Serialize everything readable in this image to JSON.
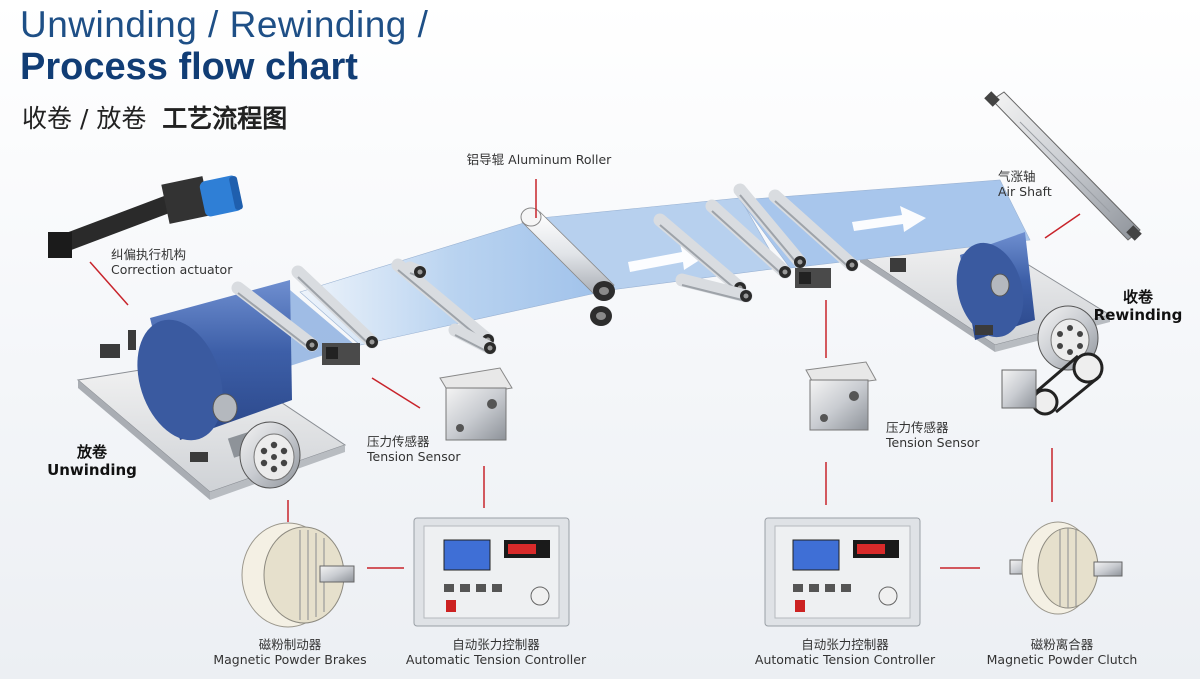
{
  "header": {
    "title_line1": "Unwinding / Rewinding /",
    "title_line2": "Process flow chart",
    "title_cn_part1": "收卷 / 放卷",
    "title_cn_part2": "工艺流程图"
  },
  "labels": {
    "aluminum_roller_cn": "铝导辊",
    "aluminum_roller_en": "Aluminum Roller",
    "air_shaft_cn": "气涨轴",
    "air_shaft_en": "Air Shaft",
    "correction_actuator_cn": "纠偏执行机构",
    "correction_actuator_en": "Correction actuator",
    "rewinding_cn": "收卷",
    "rewinding_en": "Rewinding",
    "unwinding_cn": "放卷",
    "unwinding_en": "Unwinding",
    "tension_sensor_left_cn": "压力传感器",
    "tension_sensor_left_en": "Tension Sensor",
    "tension_sensor_right_cn": "压力传感器",
    "tension_sensor_right_en": "Tension Sensor",
    "brake_cn": "磁粉制动器",
    "brake_en": "Magnetic Powder Brakes",
    "controller_left_cn": "自动张力控制器",
    "controller_left_en": "Automatic Tension Controller",
    "controller_right_cn": "自动张力控制器",
    "controller_right_en": "Automatic Tension Controller",
    "clutch_cn": "磁粉离合器",
    "clutch_en": "Magnetic Powder Clutch"
  },
  "colors": {
    "title_blue": "#1e4f86",
    "connector_red": "#c8242b",
    "film_blue": "#9fc1ea",
    "roll_blue": "#3d5fa8"
  },
  "icons": [
    "flow-arrow-icon",
    "roller-icon",
    "air-shaft-icon",
    "actuator-icon",
    "sensor-icon",
    "controller-icon",
    "brake-icon",
    "clutch-icon"
  ]
}
